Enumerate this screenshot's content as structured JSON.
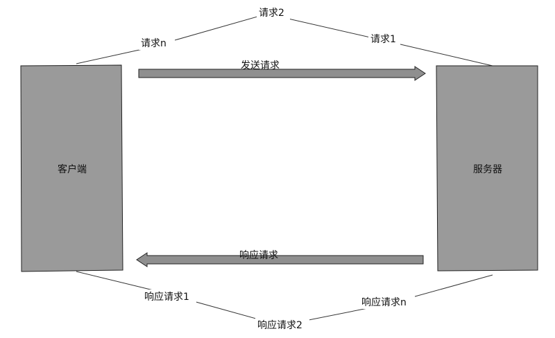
{
  "diagram": {
    "nodes": {
      "client": {
        "label": "客户端"
      },
      "server": {
        "label": "服务器"
      }
    },
    "arrows": {
      "send": {
        "label": "发送请求",
        "direction": "client-to-server"
      },
      "respond": {
        "label": "响应请求",
        "direction": "server-to-client"
      }
    },
    "top_labels": {
      "req_n": "请求n",
      "req_2": "请求2",
      "req_1": "请求1"
    },
    "bottom_labels": {
      "resp_1": "响应请求1",
      "resp_2": "响应请求2",
      "resp_n": "响应请求n"
    },
    "colors": {
      "box_fill": "#9a9a9a",
      "arrow_fill": "#8f8f8f",
      "stroke": "#222222",
      "line": "#333333"
    }
  }
}
